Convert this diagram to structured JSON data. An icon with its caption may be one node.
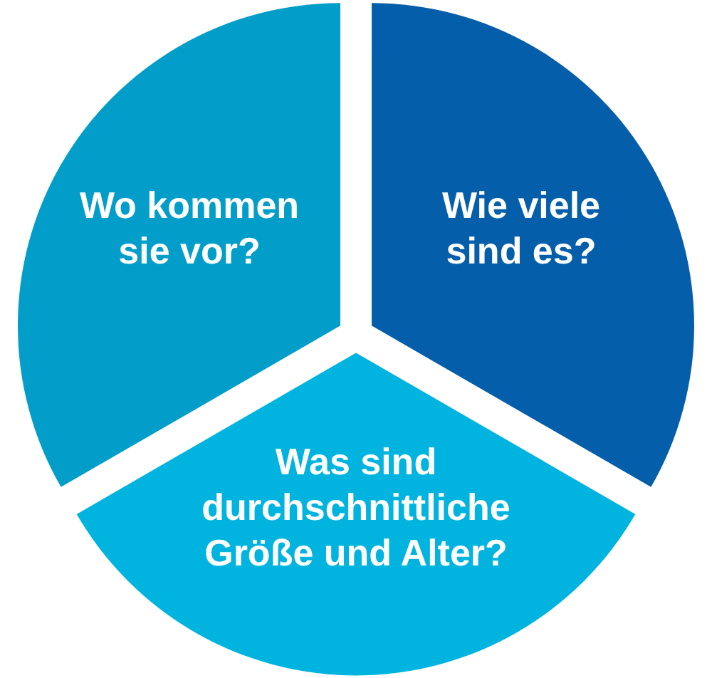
{
  "diagram": {
    "nodes": [
      {
        "text": [
          "Wo kommen sie vor?"
        ]
      },
      {
        "text": [
          "Wie viele sind es?"
        ]
      },
      {
        "text": [
          "Was sind durchschnittliche Größe und Alter?"
        ]
      }
    ]
  }
}
